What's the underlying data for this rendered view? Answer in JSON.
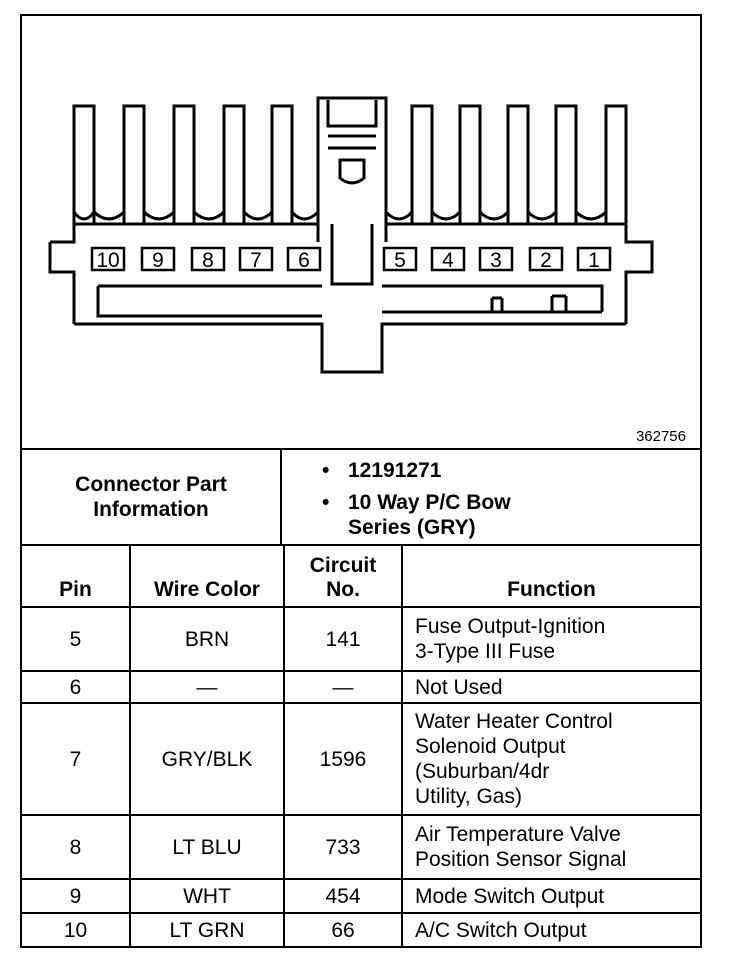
{
  "figure_id": "362756",
  "connector": {
    "pin_labels": [
      "10",
      "9",
      "8",
      "7",
      "6",
      "5",
      "4",
      "3",
      "2",
      "1"
    ]
  },
  "part_info": {
    "heading_line1": "Connector Part",
    "heading_line2": "Information",
    "bullet": "•",
    "part_number": "12191271",
    "description_line1": "10 Way P/C Bow",
    "description_line2": "Series (GRY)"
  },
  "table": {
    "headers": {
      "pin": "Pin",
      "wire_color": "Wire Color",
      "circuit_line1": "Circuit",
      "circuit_line2": "No.",
      "function": "Function"
    },
    "rows": [
      {
        "pin": "5",
        "wire": "BRN",
        "circuit": "141",
        "function": [
          "Fuse Output-Ignition",
          "3-Type III Fuse"
        ]
      },
      {
        "pin": "6",
        "wire": "—",
        "circuit": "—",
        "function": [
          "Not Used"
        ]
      },
      {
        "pin": "7",
        "wire": "GRY/BLK",
        "circuit": "1596",
        "function": [
          "Water Heater Control",
          "Solenoid Output",
          "(Suburban/4dr",
          "Utility, Gas)"
        ]
      },
      {
        "pin": "8",
        "wire": "LT BLU",
        "circuit": "733",
        "function": [
          "Air Temperature Valve",
          "Position Sensor Signal"
        ]
      },
      {
        "pin": "9",
        "wire": "WHT",
        "circuit": "454",
        "function": [
          "Mode Switch Output"
        ]
      },
      {
        "pin": "10",
        "wire": "LT GRN",
        "circuit": "66",
        "function": [
          "A/C Switch Output"
        ]
      }
    ]
  }
}
